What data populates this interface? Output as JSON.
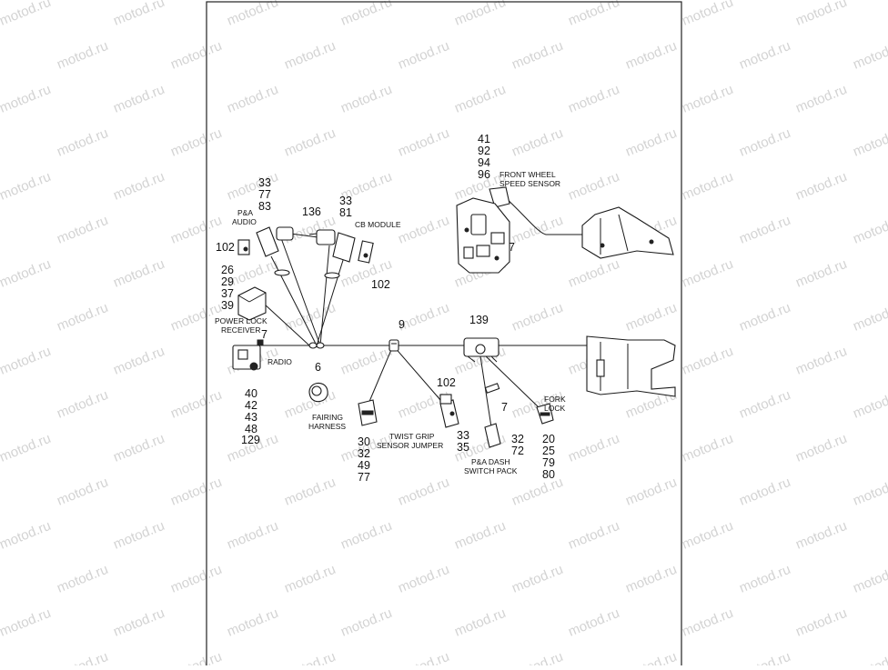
{
  "watermark": "motod.ru",
  "callouts": {
    "front_wheel_nums": [
      "41",
      "92",
      "94",
      "96"
    ],
    "front_wheel_label": [
      "FRONT WHEEL",
      "SPEED SENSOR"
    ],
    "front_wheel_7": "7",
    "pa_audio_nums": [
      "33",
      "77",
      "83"
    ],
    "pa_audio_label": [
      "P&A",
      "AUDIO"
    ],
    "n136": "136",
    "cb_nums": [
      "33",
      "81"
    ],
    "cb_label": "CB MODULE",
    "n102_left": "102",
    "n102_cb": "102",
    "power_nums": [
      "26",
      "29",
      "37",
      "39"
    ],
    "power_label": [
      "POWER LOCK",
      "RECEIVER"
    ],
    "n7_radio": "7",
    "radio_label": "RADIO",
    "n6": "6",
    "radio_nums": [
      "40",
      "42",
      "43",
      "48",
      "129"
    ],
    "fairing_label": [
      "FAIRING",
      "HARNESS"
    ],
    "n9": "9",
    "fairing_nums": [
      "30",
      "32",
      "49",
      "77"
    ],
    "twist_label": [
      "TWIST GRIP",
      "SENSOR JUMPER"
    ],
    "n102_twist": "102",
    "twist_nums": [
      "33",
      "35"
    ],
    "n139": "139",
    "n7_dash": "7",
    "dash_nums": [
      "32",
      "72"
    ],
    "dash_label": [
      "P&A DASH",
      "SWITCH PACK"
    ],
    "fork_label": [
      "FORK",
      "LOCK"
    ],
    "fork_nums": [
      "20",
      "25",
      "79",
      "80"
    ]
  }
}
